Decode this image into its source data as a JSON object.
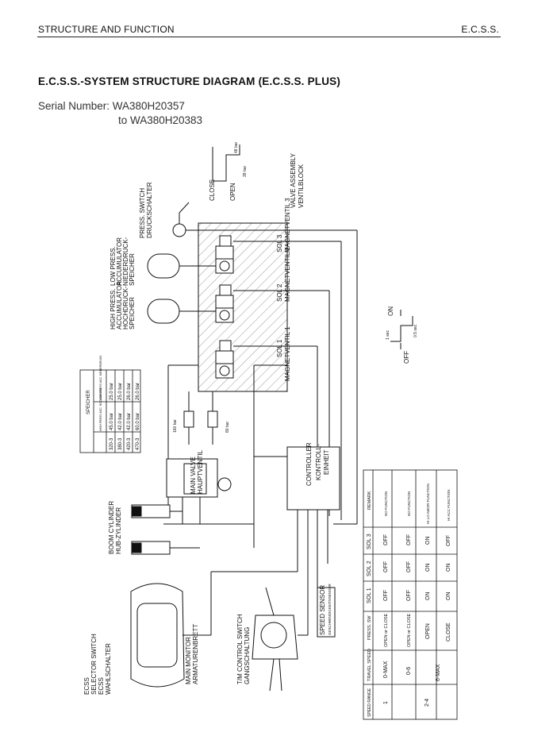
{
  "header": {
    "left": "STRUCTURE AND FUNCTION",
    "right": "E.C.S.S."
  },
  "title": "E.C.S.S.-SYSTEM STRUCTURE DIAGRAM (E.C.S.S. PLUS)",
  "serial": {
    "line1": "Serial Number: WA380H20357",
    "line2": "to WA380H20383"
  },
  "labels": {
    "close": "CLOSE",
    "open": "OPEN",
    "press_switch": [
      "PRESS. SWITCH",
      "DRUCKSCHALTER"
    ],
    "valve_assembly": [
      "VALVE ASSEMBLY",
      "VENTILBLOCK"
    ],
    "low_press_acc": [
      "LOW PRESS.",
      "ACCUMULATOR",
      "NIEDERDRUCK-",
      "SPEICHER"
    ],
    "high_press_acc": [
      "HIGH PRESS.",
      "ACCUMULATOR",
      "HOCHDRUCK-",
      "SPEICHER"
    ],
    "sol3": [
      "SOL 3",
      "MAGNETVENTIL 3"
    ],
    "sol2": [
      "SOL 2",
      "MAGNETVENTIL 2"
    ],
    "sol1": [
      "SOL 1",
      "MAGNETVENTIL 1"
    ],
    "on": "ON",
    "off": "OFF",
    "main_valve": [
      "MAIN VALVE",
      "HAUPTVENTIL"
    ],
    "boom_cyl": [
      "BOOM CYLINDER",
      "HUB-ZYLINDER"
    ],
    "controller": [
      "CONTROLLER",
      "KONTROLL-",
      "EINHEIT"
    ],
    "speed_sensor": [
      "SPEED SENSOR",
      "GESCHWINDIGKEITSSENSOR"
    ],
    "tm_switch": [
      "T/M CONTROL SWITCH",
      "GANGSCHALTUNG"
    ],
    "main_monitor": [
      "MAIN MONITOR",
      "ARMATURENBRETT"
    ],
    "selector_switch": [
      "ECSS",
      "SELECTOR SWITCH",
      "ECSS",
      "WAHLSCHALTER"
    ]
  },
  "speicher_table": {
    "title": "SPEICHER",
    "col1": "",
    "col2": "HIGH PRESS ACC. HOCHDRUCK",
    "col3": "LOW PRESS ACC. NIEDERDRUCK",
    "rows": [
      [
        "320-3",
        "45.0 bar",
        "25.0 bar"
      ],
      [
        "380-3",
        "42.0 bar",
        "25.0 bar"
      ],
      [
        "420-3",
        "42.0 bar",
        "26.0 bar"
      ],
      [
        "470-3",
        "60.0 bar",
        "26.0 bar"
      ]
    ]
  },
  "function_table": {
    "headers": [
      "SPEED RANGE",
      "TRAVEL SPEED",
      "PRESS. SW",
      "SOL 1",
      "SOL 2",
      "SOL 3",
      "REMARK"
    ],
    "rows": [
      [
        "1",
        "0-MAX",
        "OPEN or CLOSE",
        "OFF",
        "OFF",
        "OFF",
        "NO FUNCTION"
      ],
      [
        "2-4",
        "0-6",
        "OPEN or CLOSE",
        "OFF",
        "OFF",
        "OFF",
        "NO FUNCTION"
      ],
      [
        "",
        "6-MAX",
        "OPEN",
        "ON",
        "ON",
        "ON",
        "HI LO AMOR FUNCTION"
      ],
      [
        "",
        "",
        "CLOSE",
        "ON",
        "ON",
        "OFF",
        "HI ACC FUNCTION"
      ]
    ]
  },
  "relief_labels": [
    "160 bar",
    "80 bar"
  ],
  "pressure_labels": [
    "48 bar",
    "39 bar"
  ],
  "timing_labels": [
    "1 sec",
    "0.5 sec"
  ]
}
